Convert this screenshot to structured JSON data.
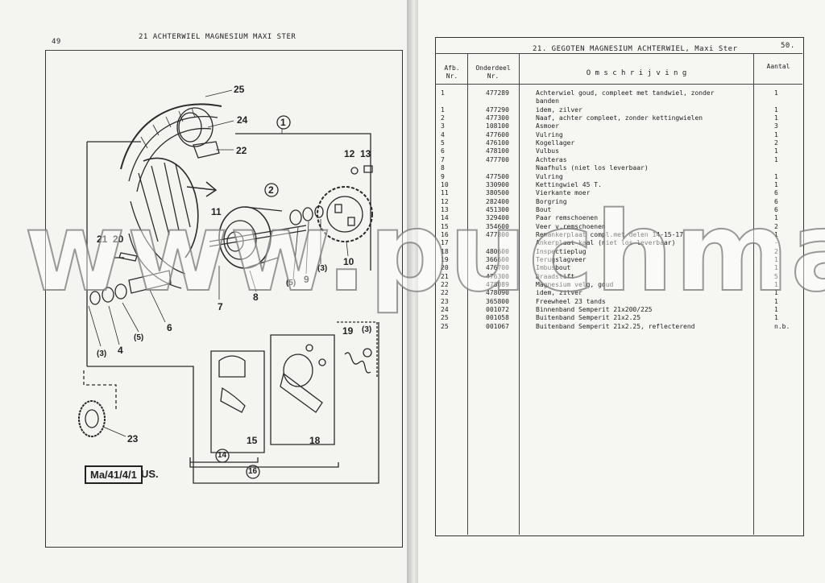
{
  "left_page": {
    "page_number": "49",
    "header": "21  ACHTERWIEL MAGNESIUM MAXI STER",
    "diagram_labels": {
      "n25": "25",
      "n24": "24",
      "n22": "22",
      "n1": "1",
      "n2": "2",
      "n12": "12",
      "n13": "13",
      "n11": "11",
      "n21": "21",
      "n20": "20",
      "n5a": "(5)",
      "n9": "9",
      "n3a": "(3)",
      "n10": "10",
      "n7": "7",
      "n8": "8",
      "n6": "6",
      "n3b": "(3)",
      "n4": "4",
      "n5b": "(5)",
      "n19": "19",
      "n3c": "(3)",
      "n15": "15",
      "n18": "18",
      "n14": "14",
      "n16": "16",
      "n23": "23"
    },
    "part_code": "Ma/41/4/1",
    "part_suffix": "US."
  },
  "right_page": {
    "header": "21. GEGOTEN MAGNESIUM ACHTERWIEL, Maxi Ster",
    "page_number": "50.",
    "columns": {
      "afb_line1": "Afb.",
      "afb_line2": "Nr.",
      "code_line1": "Onderdeel",
      "code_line2": "Nr.",
      "desc": "O m s c h r i j v i n g",
      "qty": "Aantal"
    },
    "rows": [
      {
        "afb": "1",
        "code": "477289",
        "desc": "Achterwiel goud, compleet met tandwiel, zonder",
        "qty": "1"
      },
      {
        "afb": "",
        "code": "",
        "desc": "banden",
        "qty": ""
      },
      {
        "afb": "1",
        "code": "477290",
        "desc": "idem,        zilver",
        "qty": "1"
      },
      {
        "afb": "2",
        "code": "477300",
        "desc": "Naaf, achter compleet, zonder kettingwielen",
        "qty": "1"
      },
      {
        "afb": "3",
        "code": "108100",
        "desc": "Asmoer",
        "qty": "3"
      },
      {
        "afb": "4",
        "code": "477600",
        "desc": "Vulring",
        "qty": "1"
      },
      {
        "afb": "5",
        "code": "476100",
        "desc": "Kogellager",
        "qty": "2"
      },
      {
        "afb": "6",
        "code": "478100",
        "desc": "Vulbus",
        "qty": "1"
      },
      {
        "afb": "7",
        "code": "477700",
        "desc": "Achteras",
        "qty": "1"
      },
      {
        "afb": "8",
        "code": "",
        "desc": "Naafhuls (niet los leverbaar)",
        "qty": ""
      },
      {
        "afb": "9",
        "code": "477500",
        "desc": "Vulring",
        "qty": "1"
      },
      {
        "afb": "10",
        "code": "330900",
        "desc": "Kettingwiel 45 T.",
        "qty": "1"
      },
      {
        "afb": "11",
        "code": "380500",
        "desc": "Vierkante moer",
        "qty": "6"
      },
      {
        "afb": "12",
        "code": "282400",
        "desc": "Borgring",
        "qty": "6"
      },
      {
        "afb": "13",
        "code": "451300",
        "desc": "Bout",
        "qty": "6"
      },
      {
        "afb": "14",
        "code": "329400",
        "desc": "Paar remschoenen",
        "qty": "1"
      },
      {
        "afb": "15",
        "code": "354600",
        "desc": "Veer v.remschoenen",
        "qty": "2"
      },
      {
        "afb": "16",
        "code": "477800",
        "desc": "Remankerplaat compl.met delen 14-15-17",
        "qty": "1"
      },
      {
        "afb": "17",
        "code": "",
        "desc": "Ankerplaat kaal (niet los leverbaar)",
        "qty": "-"
      },
      {
        "afb": "18",
        "code": "480600",
        "desc": "Inspectieplug",
        "qty": "2"
      },
      {
        "afb": "19",
        "code": "366600",
        "desc": "Terugslagveer",
        "qty": "1"
      },
      {
        "afb": "20",
        "code": "476700",
        "desc": "Imbusbout",
        "qty": "1"
      },
      {
        "afb": "21",
        "code": "476300",
        "desc": "Draadstift",
        "qty": "5"
      },
      {
        "afb": "22",
        "code": "478089",
        "desc": "Magnesium velg, goud",
        "qty": "1"
      },
      {
        "afb": "22",
        "code": "478090",
        "desc": "idem,          zilver",
        "qty": "1"
      },
      {
        "afb": "23",
        "code": "365800",
        "desc": "Freewheel 23 tands",
        "qty": "1"
      },
      {
        "afb": "24",
        "code": "001072",
        "desc": "Binnenband Semperit 21x200/225",
        "qty": "1"
      },
      {
        "afb": "25",
        "code": "001058",
        "desc": "Buitenband Semperit 21x2.25",
        "qty": "1"
      },
      {
        "afb": "25",
        "code": "001067",
        "desc": "Buitenband Semperit 21x2.25, reflecterend",
        "qty": "n.b."
      }
    ]
  },
  "watermark": "www.puchmaxi.nl"
}
